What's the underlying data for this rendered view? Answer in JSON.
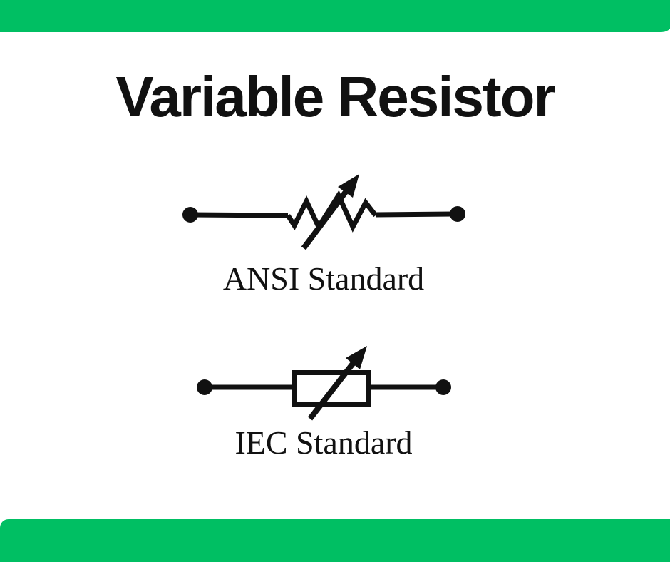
{
  "page": {
    "title": "Variable Resistor"
  },
  "colors": {
    "accent_green": "#00bf63",
    "ink_black": "#111111",
    "background_white": "#ffffff"
  },
  "figures": [
    {
      "id": "ansi",
      "icon": "ansi-variable-resistor-zigzag-arrow-icon",
      "label": "ANSI Standard"
    },
    {
      "id": "iec",
      "icon": "iec-variable-resistor-box-arrow-icon",
      "label": "IEC Standard"
    }
  ]
}
